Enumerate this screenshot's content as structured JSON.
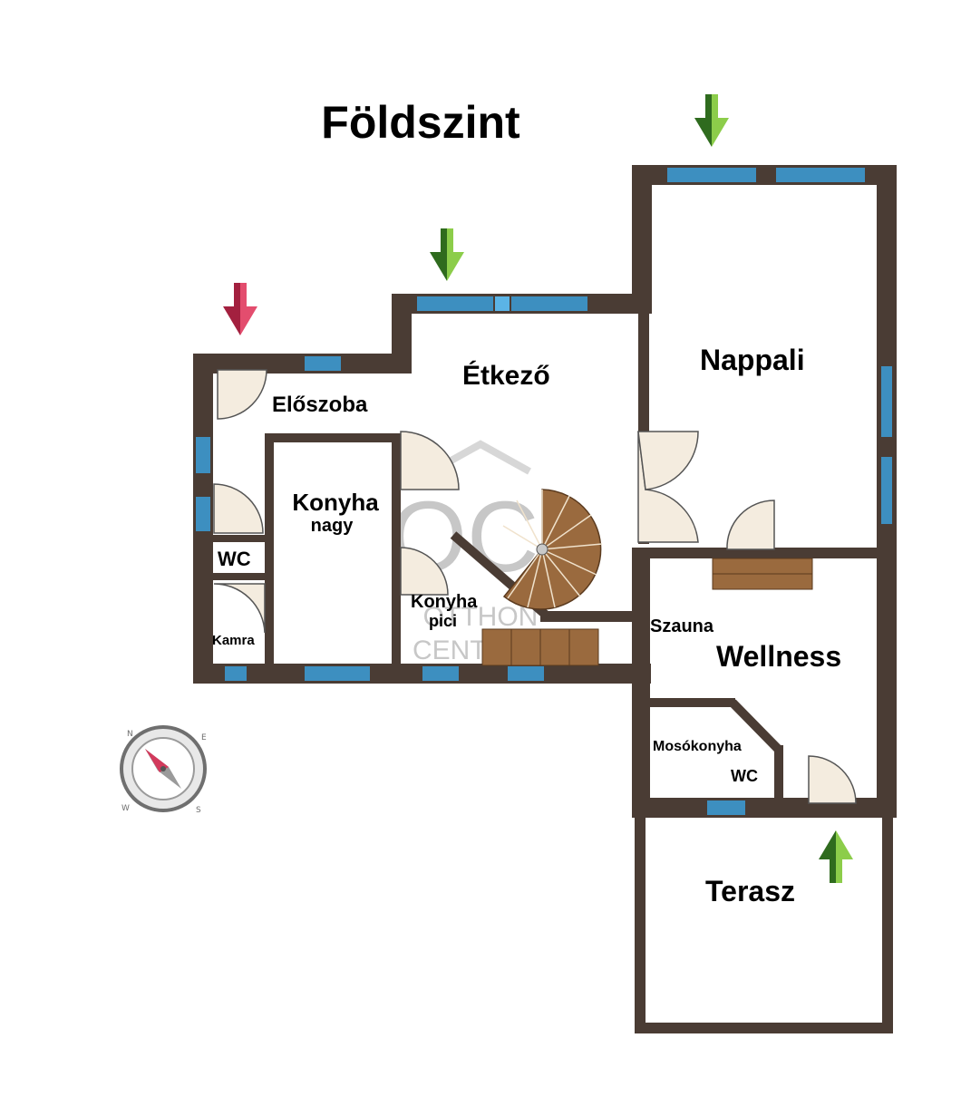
{
  "title": "Földszint",
  "rooms": {
    "eloszoba": "Előszoba",
    "etkezo": "Étkező",
    "nappali": "Nappali",
    "konyha_nagy_1": "Konyha",
    "konyha_nagy_2": "nagy",
    "wc_left": "WC",
    "kamra": "Kamra",
    "konyha_pici_1": "Konyha",
    "konyha_pici_2": "pici",
    "szauna": "Szauna",
    "wellness": "Wellness",
    "mosokonyha": "Mosókonyha",
    "wc_right": "WC",
    "terasz": "Terasz"
  },
  "watermark": {
    "line1": "OTTHON",
    "line2": "CENTRUM"
  },
  "compass": {
    "n": "N",
    "e": "E",
    "s": "S",
    "w": "W"
  },
  "colors": {
    "wall": "#4a3c34",
    "window": "#3d8fc0",
    "entrance_arrow": "#d23a5c",
    "view_arrow": "#6cba3a",
    "stair_wood": "#9a6a3e",
    "door_fill": "#f4ecdf"
  }
}
